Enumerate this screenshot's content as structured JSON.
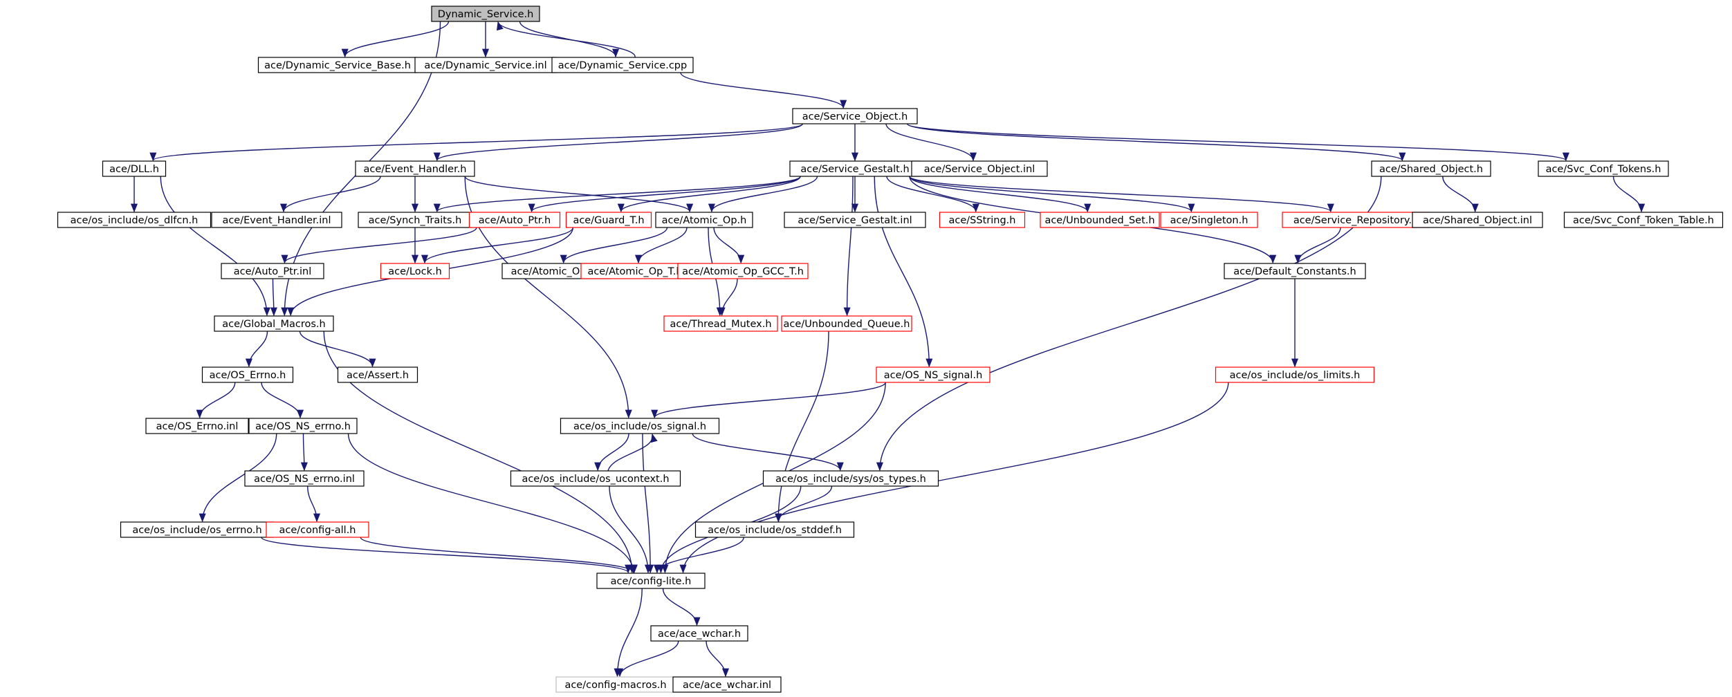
{
  "diagram": {
    "title": "",
    "edge_color": "#191970",
    "border_colors": {
      "normal": "#000000",
      "red": "#ff0000",
      "gray": "#bfbfbf"
    },
    "nodes": [
      {
        "id": "dynamic_service_h",
        "label": "Dynamic_Service.h",
        "border": "normal",
        "fill": "#bfbfbf"
      },
      {
        "id": "dynamic_service_base_h",
        "label": "ace/Dynamic_Service_Base.h",
        "border": "normal"
      },
      {
        "id": "dynamic_service_inl",
        "label": "ace/Dynamic_Service.inl",
        "border": "normal"
      },
      {
        "id": "dynamic_service_cpp",
        "label": "ace/Dynamic_Service.cpp",
        "border": "normal"
      },
      {
        "id": "service_object_h",
        "label": "ace/Service_Object.h",
        "border": "normal"
      },
      {
        "id": "dll_h",
        "label": "ace/DLL.h",
        "border": "normal"
      },
      {
        "id": "event_handler_h",
        "label": "ace/Event_Handler.h",
        "border": "normal"
      },
      {
        "id": "service_gestalt_h",
        "label": "ace/Service_Gestalt.h",
        "border": "normal"
      },
      {
        "id": "service_object_inl",
        "label": "ace/Service_Object.inl",
        "border": "normal"
      },
      {
        "id": "shared_object_h",
        "label": "ace/Shared_Object.h",
        "border": "normal"
      },
      {
        "id": "svc_conf_tokens_h",
        "label": "ace/Svc_Conf_Tokens.h",
        "border": "normal"
      },
      {
        "id": "os_dlfcn_h",
        "label": "ace/os_include/os_dlfcn.h",
        "border": "normal"
      },
      {
        "id": "event_handler_inl",
        "label": "ace/Event_Handler.inl",
        "border": "normal"
      },
      {
        "id": "synch_traits_h",
        "label": "ace/Synch_Traits.h",
        "border": "normal"
      },
      {
        "id": "auto_ptr_h",
        "label": "ace/Auto_Ptr.h",
        "border": "red"
      },
      {
        "id": "guard_t_h",
        "label": "ace/Guard_T.h",
        "border": "red"
      },
      {
        "id": "atomic_op_h",
        "label": "ace/Atomic_Op.h",
        "border": "normal"
      },
      {
        "id": "service_gestalt_inl",
        "label": "ace/Service_Gestalt.inl",
        "border": "normal"
      },
      {
        "id": "sstring_h",
        "label": "ace/SString.h",
        "border": "red"
      },
      {
        "id": "unbounded_set_h",
        "label": "ace/Unbounded_Set.h",
        "border": "red"
      },
      {
        "id": "singleton_h",
        "label": "ace/Singleton.h",
        "border": "red"
      },
      {
        "id": "service_repository_h",
        "label": "ace/Service_Repository.h",
        "border": "red"
      },
      {
        "id": "shared_object_inl",
        "label": "ace/Shared_Object.inl",
        "border": "normal"
      },
      {
        "id": "svc_conf_token_table_h",
        "label": "ace/Svc_Conf_Token_Table.h",
        "border": "normal"
      },
      {
        "id": "auto_ptr_inl",
        "label": "ace/Auto_Ptr.inl",
        "border": "normal"
      },
      {
        "id": "lock_h",
        "label": "ace/Lock.h",
        "border": "red"
      },
      {
        "id": "atomic_op_inl",
        "label": "ace/Atomic_Op.inl",
        "border": "normal"
      },
      {
        "id": "atomic_op_t_h",
        "label": "ace/Atomic_Op_T.h",
        "border": "red"
      },
      {
        "id": "atomic_op_gcc_t_h",
        "label": "ace/Atomic_Op_GCC_T.h",
        "border": "red"
      },
      {
        "id": "default_constants_h",
        "label": "ace/Default_Constants.h",
        "border": "normal"
      },
      {
        "id": "global_macros_h",
        "label": "ace/Global_Macros.h",
        "border": "normal"
      },
      {
        "id": "thread_mutex_h",
        "label": "ace/Thread_Mutex.h",
        "border": "red"
      },
      {
        "id": "unbounded_queue_h",
        "label": "ace/Unbounded_Queue.h",
        "border": "red"
      },
      {
        "id": "os_errno_h",
        "label": "ace/OS_Errno.h",
        "border": "normal"
      },
      {
        "id": "assert_h",
        "label": "ace/Assert.h",
        "border": "normal"
      },
      {
        "id": "os_ns_signal_h",
        "label": "ace/OS_NS_signal.h",
        "border": "red"
      },
      {
        "id": "os_limits_h",
        "label": "ace/os_include/os_limits.h",
        "border": "red"
      },
      {
        "id": "os_errno_inl",
        "label": "ace/OS_Errno.inl",
        "border": "normal"
      },
      {
        "id": "os_ns_errno_h",
        "label": "ace/OS_NS_errno.h",
        "border": "normal"
      },
      {
        "id": "os_signal_h",
        "label": "ace/os_include/os_signal.h",
        "border": "normal"
      },
      {
        "id": "os_ns_errno_inl",
        "label": "ace/OS_NS_errno.inl",
        "border": "normal"
      },
      {
        "id": "os_ucontext_h",
        "label": "ace/os_include/os_ucontext.h",
        "border": "normal"
      },
      {
        "id": "os_types_h",
        "label": "ace/os_include/sys/os_types.h",
        "border": "normal"
      },
      {
        "id": "os_errno_inc_h",
        "label": "ace/os_include/os_errno.h",
        "border": "normal"
      },
      {
        "id": "config_all_h",
        "label": "ace/config-all.h",
        "border": "red"
      },
      {
        "id": "os_stddef_h",
        "label": "ace/os_include/os_stddef.h",
        "border": "normal"
      },
      {
        "id": "config_lite_h",
        "label": "ace/config-lite.h",
        "border": "normal"
      },
      {
        "id": "ace_wchar_h",
        "label": "ace/ace_wchar.h",
        "border": "normal"
      },
      {
        "id": "config_macros_h",
        "label": "ace/config-macros.h",
        "border": "gray"
      },
      {
        "id": "ace_wchar_inl",
        "label": "ace/ace_wchar.inl",
        "border": "normal"
      }
    ],
    "edges": [
      [
        "dynamic_service_h",
        "dynamic_service_base_h"
      ],
      [
        "dynamic_service_h",
        "dynamic_service_inl"
      ],
      [
        "dynamic_service_h",
        "dynamic_service_cpp"
      ],
      [
        "dynamic_service_h",
        "global_macros_h"
      ],
      [
        "dynamic_service_cpp",
        "dynamic_service_h"
      ],
      [
        "dynamic_service_cpp",
        "service_object_h"
      ],
      [
        "service_object_h",
        "dll_h"
      ],
      [
        "service_object_h",
        "event_handler_h"
      ],
      [
        "service_object_h",
        "service_gestalt_h"
      ],
      [
        "service_object_h",
        "service_object_inl"
      ],
      [
        "service_object_h",
        "shared_object_h"
      ],
      [
        "service_object_h",
        "svc_conf_tokens_h"
      ],
      [
        "dll_h",
        "os_dlfcn_h"
      ],
      [
        "dll_h",
        "global_macros_h"
      ],
      [
        "event_handler_h",
        "event_handler_inl"
      ],
      [
        "event_handler_h",
        "synch_traits_h"
      ],
      [
        "event_handler_h",
        "atomic_op_h"
      ],
      [
        "event_handler_h",
        "os_signal_h"
      ],
      [
        "service_gestalt_h",
        "synch_traits_h"
      ],
      [
        "service_gestalt_h",
        "auto_ptr_h"
      ],
      [
        "service_gestalt_h",
        "guard_t_h"
      ],
      [
        "service_gestalt_h",
        "atomic_op_h"
      ],
      [
        "service_gestalt_h",
        "service_gestalt_inl"
      ],
      [
        "service_gestalt_h",
        "sstring_h"
      ],
      [
        "service_gestalt_h",
        "unbounded_set_h"
      ],
      [
        "service_gestalt_h",
        "singleton_h"
      ],
      [
        "service_gestalt_h",
        "service_repository_h"
      ],
      [
        "service_gestalt_h",
        "default_constants_h"
      ],
      [
        "service_gestalt_h",
        "unbounded_queue_h"
      ],
      [
        "service_gestalt_h",
        "os_ns_signal_h"
      ],
      [
        "shared_object_h",
        "shared_object_inl"
      ],
      [
        "shared_object_h",
        "os_types_h"
      ],
      [
        "svc_conf_tokens_h",
        "svc_conf_token_table_h"
      ],
      [
        "synch_traits_h",
        "lock_h"
      ],
      [
        "auto_ptr_h",
        "auto_ptr_inl"
      ],
      [
        "guard_t_h",
        "lock_h"
      ],
      [
        "guard_t_h",
        "global_macros_h"
      ],
      [
        "atomic_op_h",
        "atomic_op_inl"
      ],
      [
        "atomic_op_h",
        "atomic_op_t_h"
      ],
      [
        "atomic_op_h",
        "atomic_op_gcc_t_h"
      ],
      [
        "atomic_op_h",
        "thread_mutex_h"
      ],
      [
        "atomic_op_gcc_t_h",
        "thread_mutex_h"
      ],
      [
        "service_repository_h",
        "default_constants_h"
      ],
      [
        "default_constants_h",
        "os_limits_h"
      ],
      [
        "auto_ptr_inl",
        "global_macros_h"
      ],
      [
        "global_macros_h",
        "os_errno_h"
      ],
      [
        "global_macros_h",
        "assert_h"
      ],
      [
        "global_macros_h",
        "config_lite_h"
      ],
      [
        "unbounded_queue_h",
        "os_stddef_h"
      ],
      [
        "os_errno_h",
        "os_errno_inl"
      ],
      [
        "os_errno_h",
        "os_ns_errno_h"
      ],
      [
        "os_ns_signal_h",
        "os_signal_h"
      ],
      [
        "os_ns_signal_h",
        "config_lite_h"
      ],
      [
        "os_limits_h",
        "config_lite_h"
      ],
      [
        "os_ns_errno_h",
        "os_ns_errno_inl"
      ],
      [
        "os_ns_errno_h",
        "os_errno_inc_h"
      ],
      [
        "os_ns_errno_h",
        "config_lite_h"
      ],
      [
        "os_signal_h",
        "os_ucontext_h"
      ],
      [
        "os_signal_h",
        "os_types_h"
      ],
      [
        "os_signal_h",
        "config_lite_h"
      ],
      [
        "os_ucontext_h",
        "os_signal_h"
      ],
      [
        "os_ucontext_h",
        "config_lite_h"
      ],
      [
        "os_ns_errno_inl",
        "config_all_h"
      ],
      [
        "os_types_h",
        "os_stddef_h"
      ],
      [
        "os_types_h",
        "config_lite_h"
      ],
      [
        "os_errno_inc_h",
        "config_lite_h"
      ],
      [
        "config_all_h",
        "config_lite_h"
      ],
      [
        "os_stddef_h",
        "config_lite_h"
      ],
      [
        "config_lite_h",
        "ace_wchar_h"
      ],
      [
        "config_lite_h",
        "config_macros_h"
      ],
      [
        "ace_wchar_h",
        "config_macros_h"
      ],
      [
        "ace_wchar_h",
        "ace_wchar_inl"
      ]
    ]
  }
}
